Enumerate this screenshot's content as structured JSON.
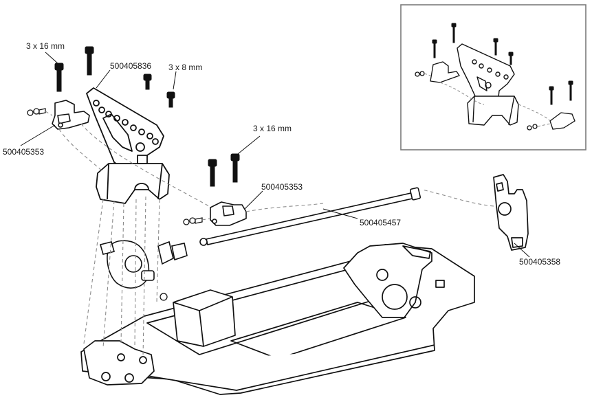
{
  "callouts": {
    "screw_left": "3 x 16 mm",
    "screw_mid": "3 x 8 mm",
    "screw_right": "3 x 16 mm",
    "tower": "500405836",
    "mount_left": "500405353",
    "mount_right": "500405353",
    "driveshaft": "500405457",
    "gear_bracket": "500405358"
  },
  "colors": {
    "line": "#111111",
    "dash": "#8a8a8a",
    "inset_border": "#7a7a7a"
  },
  "icons": [
    "screw-icon",
    "shock-tower-icon",
    "shock-mount-icon",
    "driveshaft-icon",
    "chassis-icon",
    "differential-icon"
  ]
}
